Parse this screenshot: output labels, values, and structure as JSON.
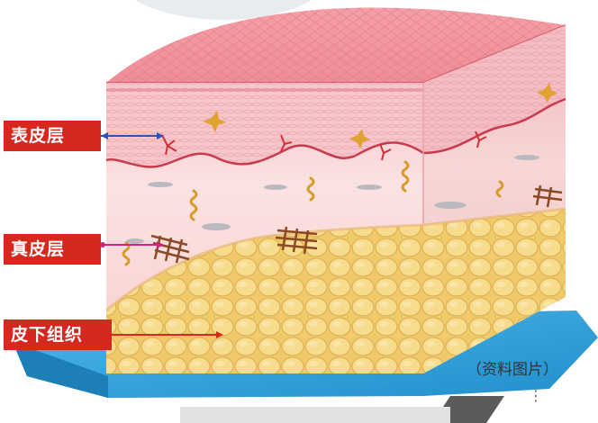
{
  "labels": {
    "epidermis": "表皮层",
    "dermis": "真皮层",
    "subcutis": "皮下组织"
  },
  "source_note": "（资料图片）",
  "ellipsis": "⋮",
  "colors": {
    "label_red": "#d7281f",
    "base_blue": "#3aa8dd",
    "epidermis_pink": "#f2a3ad",
    "dermis_pink": "#f6d5d6",
    "fat_yellow": "#f3d27c",
    "arrow_blue": "#2a55b8",
    "arrow_magenta": "#d0237f",
    "arrow_red": "#d7281f"
  }
}
